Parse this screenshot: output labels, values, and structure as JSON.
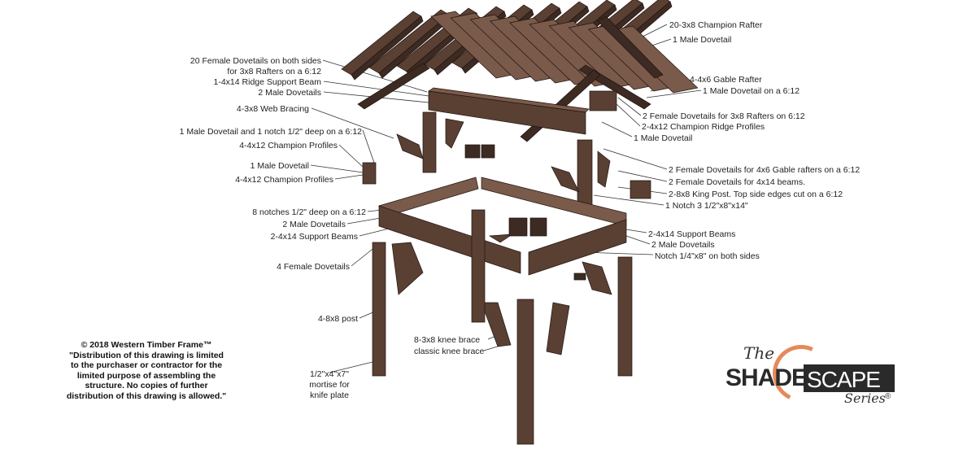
{
  "labels": {
    "rafter": "20-3x8 Champion Rafter",
    "male_dovetail_top": "1 Male Dovetail",
    "female_dovetails_l1": "20 Female Dovetails on both sides",
    "female_dovetails_l2": "for 3x8 Rafters on a 6:12",
    "ridge_beam": "1-4x14 Ridge Support Beam",
    "male_dovetails_2a": "2 Male Dovetails",
    "web_bracing": "4-3x8 Web Bracing",
    "gable_rafter": "4-4x6 Gable Rafter",
    "male_dovetail_612": "1 Male Dovetail on a 6:12",
    "female_dovetails_3x8": "2 Female Dovetails for 3x8 Rafters on 6:12",
    "ridge_profiles": "2-4x12 Champion Ridge Profiles",
    "male_dovetail_mid": "1 Male Dovetail",
    "dovetail_notch": "1 Male Dovetail and 1 notch 1/2\" deep on a 6:12",
    "champion_profiles_a": "4-4x12 Champion Profiles",
    "male_dovetail_left": "1 Male Dovetail",
    "champion_profiles_b": "4-4x12 Champion Profiles",
    "female_gable": "2 Female Dovetails for 4x6 Gable rafters on a 6:12",
    "female_4x14": "2 Female Dovetails for 4x14 beams.",
    "king_post": "2-8x8 King Post. Top side edges cut on a 6:12",
    "notch_3": "1 Notch 3 1/2\"x8\"x14\"",
    "notches_8": "8 notches 1/2\" deep on a 6:12",
    "male_dovetails_2b": "2 Male Dovetails",
    "support_beams_left": "2-4x14  Support Beams",
    "support_beams_right": "2-4x14 Support Beams",
    "male_dovetails_2c": "2 Male Dovetails",
    "notch_quarter": "Notch 1/4\"x8\" on both sides",
    "female_4": "4 Female Dovetails",
    "post": "4-8x8 post",
    "knee_brace_1": "8-3x8 knee brace",
    "knee_brace_2": "classic knee brace",
    "mortise_1": "1/2\"x4\"x7\"",
    "mortise_2": "mortise for",
    "mortise_3": "knife plate"
  },
  "copyright": {
    "line1": "© 2018 Western Timber Frame™",
    "line2": "\"Distribution of this drawing is limited",
    "line3": "to the purchaser or contractor for the",
    "line4": "limited purpose of assembling the",
    "line5": "structure. No copies of further",
    "line6": "distribution of this drawing is allowed.\""
  },
  "logo": {
    "the": "The",
    "shade": "SHADE",
    "scape": "SCAPE",
    "series": "Series",
    "reg": "®"
  },
  "colors": {
    "wood": "#5a3f33",
    "wood_dark": "#3d2a22",
    "wood_light": "#7a5a4a",
    "accent": "#e58a5a"
  }
}
